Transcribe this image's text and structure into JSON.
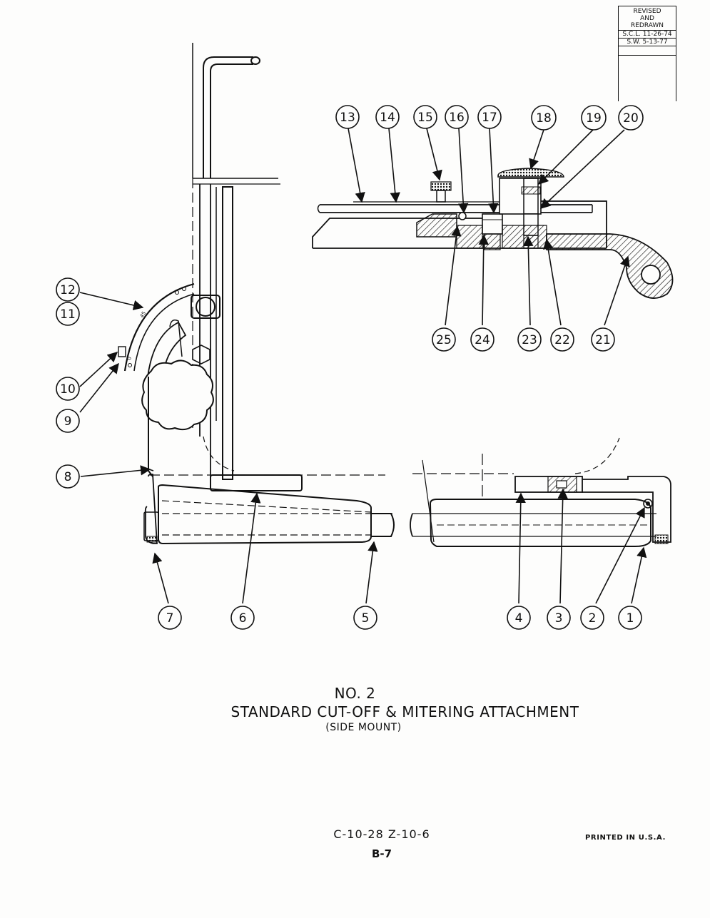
{
  "revision_block": {
    "header_line1": "REVISED",
    "header_line2": "AND",
    "header_line3": "REDRAWN",
    "entries": [
      "S.C.L. 11-26-74",
      "S.W. 5-13-77"
    ]
  },
  "callouts": [
    "1",
    "2",
    "3",
    "4",
    "5",
    "6",
    "7",
    "8",
    "9",
    "10",
    "11",
    "12",
    "13",
    "14",
    "15",
    "16",
    "17",
    "18",
    "19",
    "20",
    "21",
    "22",
    "23",
    "24",
    "25"
  ],
  "figure_title": {
    "number": "NO. 2",
    "name": "STANDARD CUT-OFF & MITERING ATTACHMENT",
    "subtitle": "(SIDE MOUNT)"
  },
  "footer": {
    "drawing_codes": "C-10-28 Z-10-6",
    "sheet": "B-7",
    "printed": "PRINTED IN U.S.A."
  },
  "scale_marks": [
    "45",
    "0"
  ]
}
